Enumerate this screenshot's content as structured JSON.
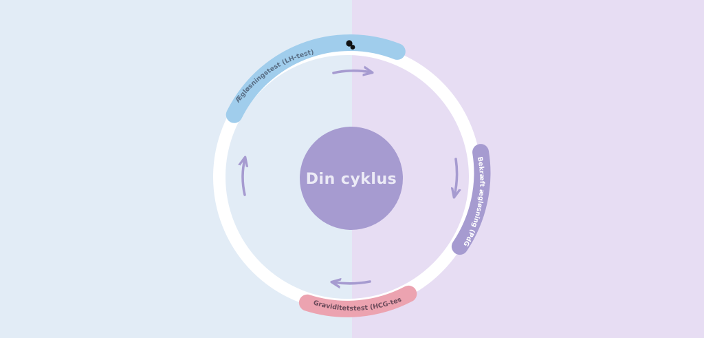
{
  "diagram": {
    "center_label": "Din cyklus",
    "segments": [
      {
        "label": "Ægløsningstest (LH-test)",
        "color": "#a0cdec",
        "text_color": "#5a6f86"
      },
      {
        "label": "Bekræft ægløsning (PdG-test)",
        "color": "#a69bd0",
        "text_color": "#ffffff"
      },
      {
        "label": "Graviditetstest (HCG-test)",
        "color": "#eca3b0",
        "text_color": "#6a4a5a"
      }
    ],
    "colors": {
      "left_background": "#e2ecf6",
      "right_background": "#e7ddf3",
      "ring": "#ffffff",
      "center_circle": "#a69bd0",
      "arrow": "#a69bd0",
      "marker": "#111111"
    },
    "arrow_direction": "clockwise"
  }
}
